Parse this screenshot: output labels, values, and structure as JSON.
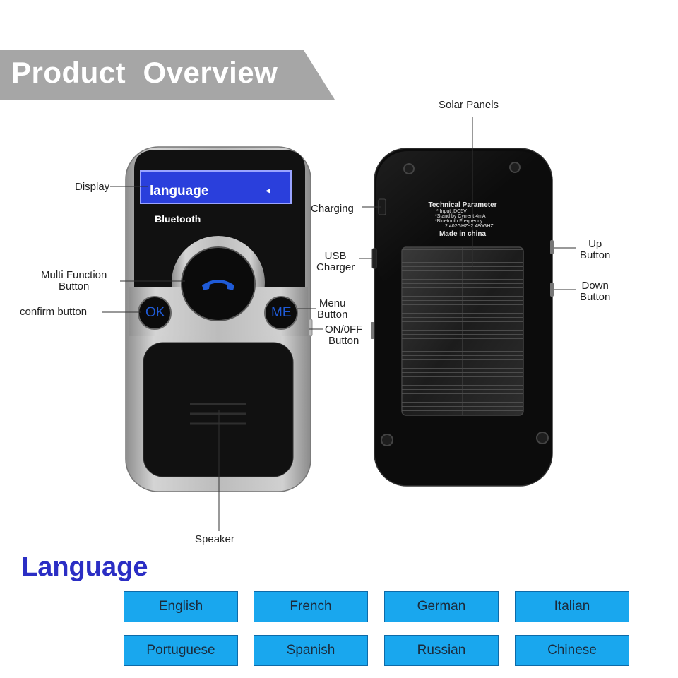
{
  "header": {
    "title": "Product  Overview"
  },
  "device_front": {
    "screen_text": "language",
    "brand_label": "Bluetooth",
    "ok_label": "OK",
    "menu_label": "ME"
  },
  "device_back": {
    "spec_title": "Technical Parameter",
    "spec_lines": [
      "* Input :DC5V",
      "*Stand by Cyrrent:4mA",
      "*Bluetooth Frequency",
      "2.402GHZ~2.480GHZ"
    ],
    "made_in": "Made in china"
  },
  "callouts": {
    "display": "Display",
    "multi_function": [
      "Multi Function",
      "Button"
    ],
    "confirm": "confirm button",
    "speaker": "Speaker",
    "charging": "Charging",
    "usb_charger": [
      "USB",
      "Charger"
    ],
    "menu_button": [
      "Menu",
      "Button"
    ],
    "on_off": [
      "ON/0FF",
      "Button"
    ],
    "solar_panels": "Solar Panels",
    "up_button": [
      "Up",
      "Button"
    ],
    "down_button": [
      "Down",
      "Button"
    ]
  },
  "languages": {
    "title": "Language",
    "items": [
      "English",
      "French",
      "German",
      "Italian",
      "Portuguese",
      "Spanish",
      "Russian",
      "Chinese"
    ]
  },
  "colors": {
    "banner": "#a6a6a6",
    "language_title": "#2b2ec4",
    "language_button": "#19a7ee",
    "screen": "#2a3fdc",
    "phone_icon": "#1f5bd8"
  }
}
